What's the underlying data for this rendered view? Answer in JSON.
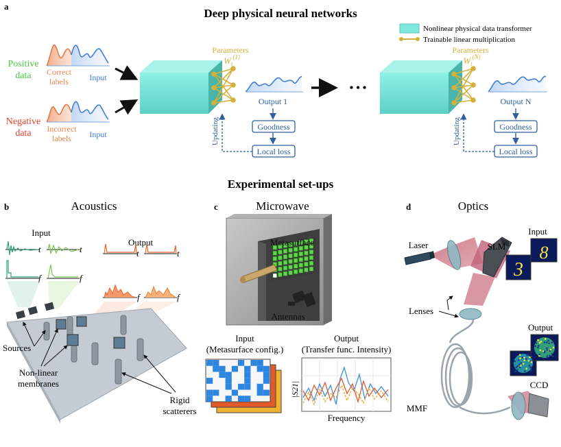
{
  "panel_a": {
    "letter": "a",
    "title": "Deep physical neural networks",
    "legend": {
      "transformer": "Nonlinear physical data transformer",
      "linear": "Trainable linear multiplication"
    },
    "positive_label": [
      "Positive",
      "data"
    ],
    "negative_label": [
      "Negative",
      "data"
    ],
    "correct_labels": [
      "Correct",
      "labels"
    ],
    "incorrect_labels": [
      "Incorrect",
      "labels"
    ],
    "input": "Input",
    "parameters": "Parameters",
    "param1": "W",
    "param1_sub": "t",
    "param1_sup": "(1)",
    "paramN": "W",
    "paramN_sub": "t",
    "paramN_sup": "(N)",
    "output1": "Output 1",
    "outputN": "Output N",
    "goodness": "Goodness",
    "local_loss": "Local loss",
    "updating": "Updating",
    "ellipsis": "• • •"
  },
  "setups_title": "Experimental set-ups",
  "panel_b": {
    "letter": "b",
    "title": "Acoustics",
    "input": "Input",
    "output": "Output",
    "t": "t",
    "f": "f",
    "sources": "Sources",
    "membranes": [
      "Non-linear",
      "membranes"
    ],
    "scatterers": [
      "Rigid",
      "scatterers"
    ]
  },
  "panel_c": {
    "letter": "c",
    "title": "Microwave",
    "metasurface": "Metasurface",
    "antennas": "Antennas",
    "input": [
      "Input",
      "(Metasurface config.)"
    ],
    "output": [
      "Output",
      "(Transfer func. Intensity)"
    ],
    "ylabel": "|S21|",
    "xlabel": "Frequency"
  },
  "panel_d": {
    "letter": "d",
    "title": "Optics",
    "laser": "Laser",
    "slm": "SLM",
    "input": "Input",
    "lenses": "Lenses",
    "output": "Output",
    "mmf": "MMF",
    "ccd": "CCD",
    "digit1": "3",
    "digit2": "8"
  },
  "colors": {
    "cube": "#6fe0d6",
    "positive": "#46c846",
    "negative": "#e0402a",
    "correct": "#e8844e",
    "input_blue": "#3f7fd6",
    "param_gold": "#d4b13a",
    "box_blue": "#2e5f9e",
    "output_orange": "#e8602a"
  }
}
